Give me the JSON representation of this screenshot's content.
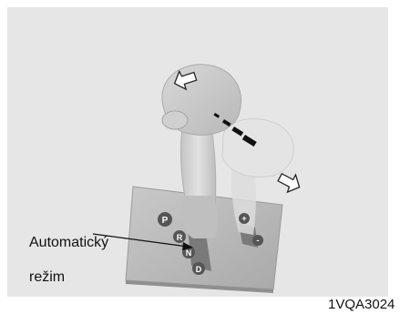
{
  "figure": {
    "callout": {
      "line1": "Automatický",
      "line2": "režim"
    },
    "gate_labels": [
      "P",
      "R",
      "N",
      "D"
    ],
    "manual_marks": [
      "+",
      "-"
    ],
    "figure_code": "1VQA3024"
  },
  "colors": {
    "background": "#e6e6e6",
    "plate": "#b8b8b8",
    "lever": "#d4d4d4",
    "knob_dark": "#c8c8c8",
    "badge": "#555555",
    "arrow_outline": "#222222"
  },
  "icons": [
    "arrow-upper-left-icon",
    "arrow-lower-right-icon",
    "motion-stripe-icon",
    "callout-pointer-icon"
  ]
}
